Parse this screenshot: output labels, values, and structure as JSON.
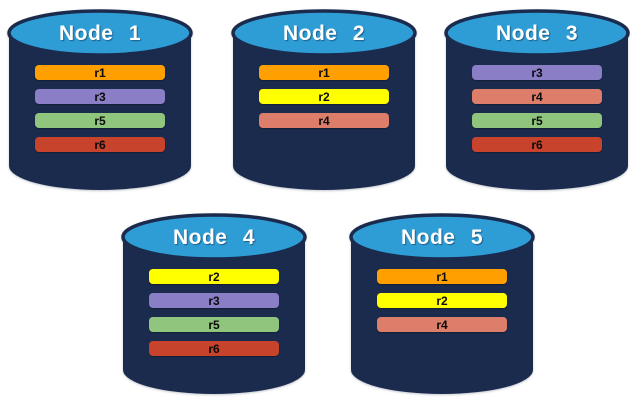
{
  "colors": {
    "cylinder_body": "#1b2b4d",
    "cylinder_top": "#2e9dd6",
    "title_text": "#ffffff",
    "bar_text": "#0a0a0a",
    "background": "#ffffff"
  },
  "replica_colors": {
    "r1": "#ffa000",
    "r2": "#ffff00",
    "r3": "#8a7ec6",
    "r4": "#dd7e6b",
    "r5": "#8fc57d",
    "r6": "#c7432b"
  },
  "nodes": [
    {
      "label": "Node 1",
      "replicas": [
        "r1",
        "r3",
        "r5",
        "r6"
      ]
    },
    {
      "label": "Node 2",
      "replicas": [
        "r1",
        "r2",
        "r4"
      ]
    },
    {
      "label": "Node 3",
      "replicas": [
        "r3",
        "r4",
        "r5",
        "r6"
      ]
    },
    {
      "label": "Node 4",
      "replicas": [
        "r2",
        "r3",
        "r5",
        "r6"
      ]
    },
    {
      "label": "Node 5",
      "replicas": [
        "r1",
        "r2",
        "r4"
      ]
    }
  ]
}
